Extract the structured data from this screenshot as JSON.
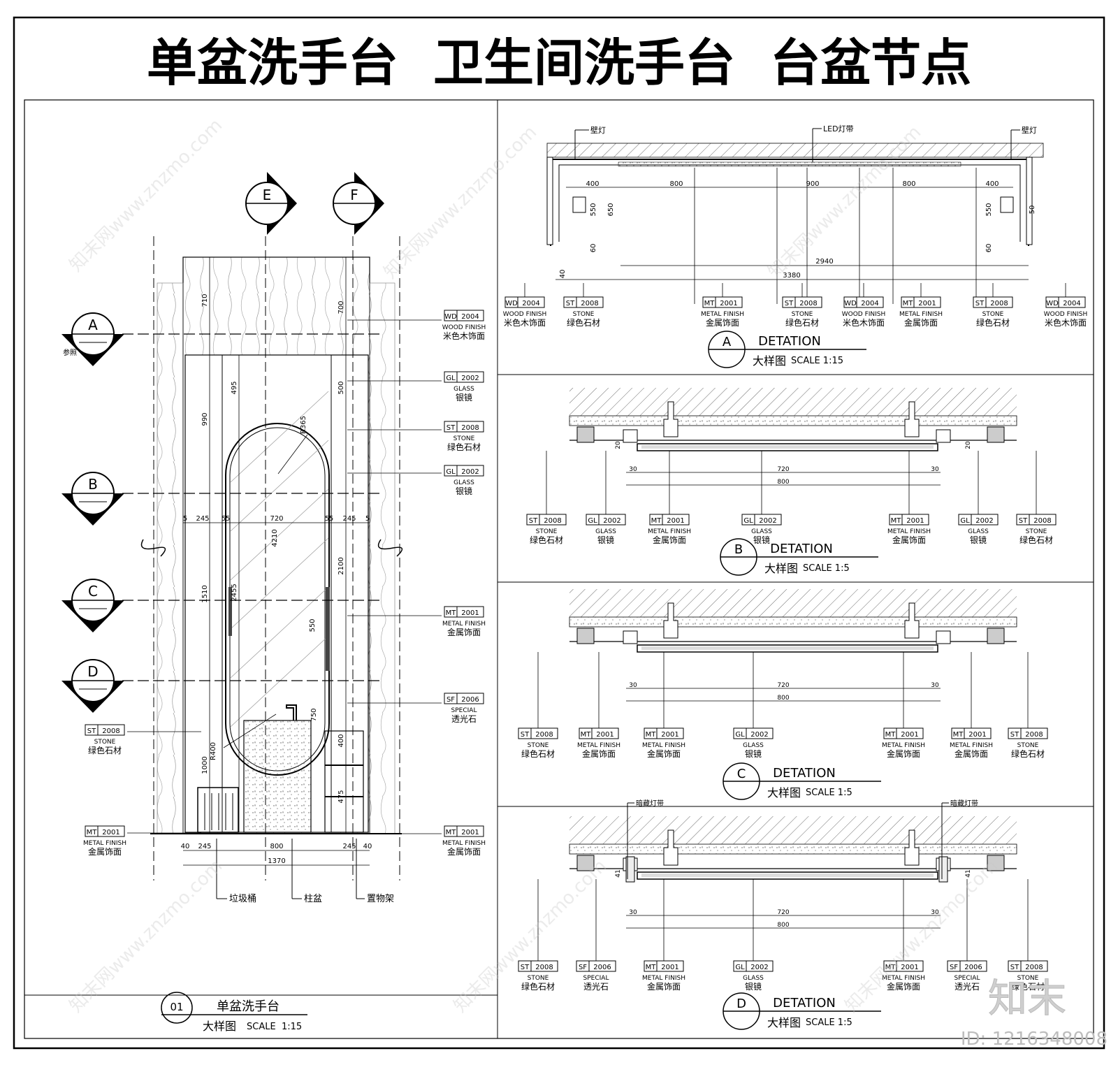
{
  "title": "单盆洗手台  卫生间洗手台  台盆节点",
  "watermark": {
    "brand": "知末",
    "id_text": "ID: 1216348008",
    "site_text": "知末网www.znzmo.com"
  },
  "left_view": {
    "view_markers": [
      "E",
      "F"
    ],
    "section_markers": [
      "A",
      "B",
      "C",
      "D"
    ],
    "ref_note": "参照",
    "dims_left": [
      "710",
      "990",
      "1510",
      "1000"
    ],
    "dims_right": [
      "700",
      "500",
      "2100",
      "400",
      "475"
    ],
    "dims_mid": [
      "495",
      "4210",
      "2455",
      "550",
      "750"
    ],
    "dims_width_row": [
      "5",
      "245",
      "5",
      "5",
      "720",
      "5",
      "5",
      "245",
      "5"
    ],
    "dims_bottom": [
      "40",
      "245",
      "800",
      "245",
      "40"
    ],
    "dim_total": "1370",
    "radius_top": "R365",
    "radius_bottom": "R400",
    "items": [
      "垃圾桶",
      "柱盆",
      "置物架"
    ],
    "tags_right": [
      {
        "code": "WD",
        "num": "2004",
        "en": "WOOD FINISH",
        "cn": "米色木饰面"
      },
      {
        "code": "GL",
        "num": "2002",
        "en": "GLASS",
        "cn": "银镜"
      },
      {
        "code": "ST",
        "num": "2008",
        "en": "STONE",
        "cn": "绿色石材"
      },
      {
        "code": "GL",
        "num": "2002",
        "en": "GLASS",
        "cn": "银镜"
      },
      {
        "code": "MT",
        "num": "2001",
        "en": "METAL FINISH",
        "cn": "金属饰面"
      },
      {
        "code": "SF",
        "num": "2006",
        "en": "SPECIAL",
        "cn": "透光石"
      },
      {
        "code": "MT",
        "num": "2001",
        "en": "METAL FINISH",
        "cn": "金属饰面"
      }
    ],
    "tags_left": [
      {
        "code": "ST",
        "num": "2008",
        "en": "STONE",
        "cn": "绿色石材"
      },
      {
        "code": "MT",
        "num": "2001",
        "en": "METAL FINISH",
        "cn": "金属饰面"
      }
    ],
    "caption": {
      "num": "01",
      "name": "单盆洗手台",
      "sub": "大样图",
      "scale": "SCALE  1:15"
    }
  },
  "detail_a": {
    "labels": [
      "壁灯",
      "LED灯带",
      "壁灯"
    ],
    "dims_top": [
      "400",
      "800",
      "900",
      "800",
      "400"
    ],
    "dims_side": [
      "550",
      "650",
      "60"
    ],
    "dims_small": [
      "50",
      "40"
    ],
    "dim_inner": "2940",
    "dim_total": "3380",
    "tags": [
      {
        "code": "WD",
        "num": "2004",
        "en": "WOOD FINISH",
        "cn": "米色木饰面"
      },
      {
        "code": "ST",
        "num": "2008",
        "en": "STONE",
        "cn": "绿色石材"
      },
      {
        "code": "MT",
        "num": "2001",
        "en": "METAL FINISH",
        "cn": "金属饰面"
      },
      {
        "code": "ST",
        "num": "2008",
        "en": "STONE",
        "cn": "绿色石材"
      },
      {
        "code": "WD",
        "num": "2004",
        "en": "WOOD FINISH",
        "cn": "米色木饰面"
      },
      {
        "code": "MT",
        "num": "2001",
        "en": "METAL FINISH",
        "cn": "金属饰面"
      },
      {
        "code": "ST",
        "num": "2008",
        "en": "STONE",
        "cn": "绿色石材"
      },
      {
        "code": "WD",
        "num": "2004",
        "en": "WOOD FINISH",
        "cn": "米色木饰面"
      }
    ],
    "caption": {
      "letter": "A",
      "en": "DETATION",
      "sub": "大样图",
      "scale": "SCALE  1:15"
    }
  },
  "detail_b": {
    "dims": [
      "30",
      "720",
      "30",
      "800"
    ],
    "dim_side": "20",
    "tags": [
      {
        "code": "ST",
        "num": "2008",
        "en": "STONE",
        "cn": "绿色石材"
      },
      {
        "code": "GL",
        "num": "2002",
        "en": "GLASS",
        "cn": "银镜"
      },
      {
        "code": "MT",
        "num": "2001",
        "en": "METAL FINISH",
        "cn": "金属饰面"
      },
      {
        "code": "GL",
        "num": "2002",
        "en": "GLASS",
        "cn": "银镜"
      },
      {
        "code": "MT",
        "num": "2001",
        "en": "METAL FINISH",
        "cn": "金属饰面"
      },
      {
        "code": "GL",
        "num": "2002",
        "en": "GLASS",
        "cn": "银镜"
      },
      {
        "code": "ST",
        "num": "2008",
        "en": "STONE",
        "cn": "绿色石材"
      }
    ],
    "caption": {
      "letter": "B",
      "en": "DETATION",
      "sub": "大样图",
      "scale": "SCALE   1:5"
    }
  },
  "detail_c": {
    "dims": [
      "30",
      "720",
      "30",
      "800"
    ],
    "tags": [
      {
        "code": "ST",
        "num": "2008",
        "en": "STONE",
        "cn": "绿色石材"
      },
      {
        "code": "MT",
        "num": "2001",
        "en": "METAL FINISH",
        "cn": "金属饰面"
      },
      {
        "code": "MT",
        "num": "2001",
        "en": "METAL FINISH",
        "cn": "金属饰面"
      },
      {
        "code": "GL",
        "num": "2002",
        "en": "GLASS",
        "cn": "银镜"
      },
      {
        "code": "MT",
        "num": "2001",
        "en": "METAL FINISH",
        "cn": "金属饰面"
      },
      {
        "code": "MT",
        "num": "2001",
        "en": "METAL FINISH",
        "cn": "金属饰面"
      },
      {
        "code": "ST",
        "num": "2008",
        "en": "STONE",
        "cn": "绿色石材"
      }
    ],
    "caption": {
      "letter": "C",
      "en": "DETATION",
      "sub": "大样图",
      "scale": "SCALE   1:5"
    }
  },
  "detail_d": {
    "labels": [
      "暗藏灯带",
      "暗藏灯带"
    ],
    "dims": [
      "30",
      "720",
      "30",
      "800"
    ],
    "dim_side": "41",
    "tags": [
      {
        "code": "ST",
        "num": "2008",
        "en": "STONE",
        "cn": "绿色石材"
      },
      {
        "code": "SF",
        "num": "2006",
        "en": "SPECIAL",
        "cn": "透光石"
      },
      {
        "code": "MT",
        "num": "2001",
        "en": "METAL FINISH",
        "cn": "金属饰面"
      },
      {
        "code": "GL",
        "num": "2002",
        "en": "GLASS",
        "cn": "银镜"
      },
      {
        "code": "MT",
        "num": "2001",
        "en": "METAL FINISH",
        "cn": "金属饰面"
      },
      {
        "code": "SF",
        "num": "2006",
        "en": "SPECIAL",
        "cn": "透光石"
      },
      {
        "code": "ST",
        "num": "2008",
        "en": "STONE",
        "cn": "绿色石材"
      }
    ],
    "caption": {
      "letter": "D",
      "en": "DETATION",
      "sub": "大样图",
      "scale": "SCALE   1:5"
    }
  }
}
